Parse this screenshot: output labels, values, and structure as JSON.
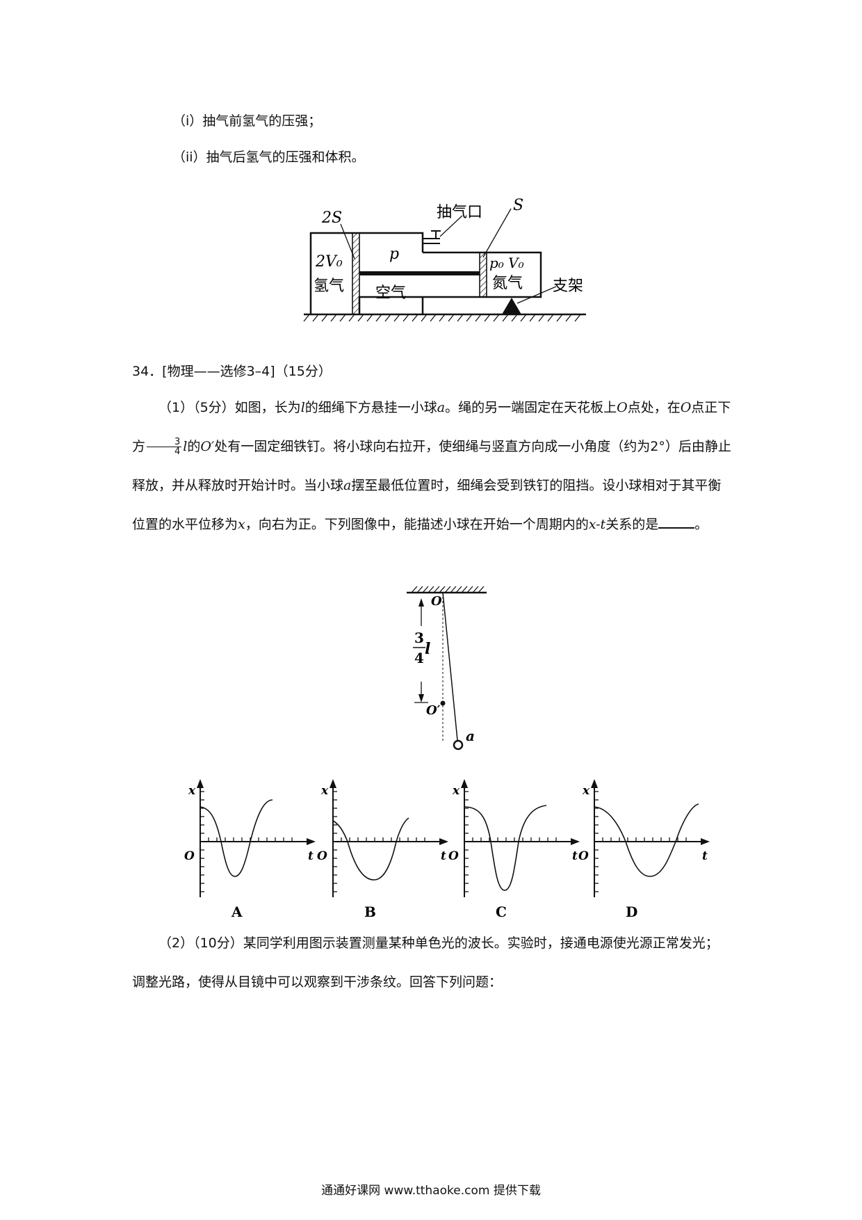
{
  "question33": {
    "sub_i": "（i）抽气前氢气的压强；",
    "sub_ii": "（ii）抽气后氢气的压强和体积。"
  },
  "cylinder_figure": {
    "label_2S": "2S",
    "label_pump_port": "抽气口",
    "label_S": "S",
    "label_2V0": "2V₀",
    "label_hydrogen": "氢气",
    "label_p": "p",
    "label_air": "空气",
    "label_p0V0": "p₀ V₀",
    "label_nitrogen": "氮气",
    "label_support": "支架"
  },
  "question34": {
    "header": "34．[物理——选修3–4]（15分）",
    "part1_a": "（1）（5分）如图，长为",
    "part1_l": "l",
    "part1_b": "的细绳下方悬挂一小球",
    "part1_a_sym": "a",
    "part1_c": "。绳的另一端固定在天花板上",
    "part1_O": "O",
    "part1_d": "点处，在",
    "part1_O2": "O",
    "part1_e": "点正下方",
    "frac_num": "3",
    "frac_den": "4",
    "part1_l2": "l",
    "part1_f": "的",
    "part1_Oprime": "O′",
    "part1_g": "处有一固定细铁钉。将小球向右拉开，使细绳与竖直方向成一小角度（约为2°）后由静止释放，并从释放时开始计时。当小球",
    "part1_a_sym2": "a",
    "part1_h": "摆至最低位置时，细绳会受到铁钉的阻挡。设小球相对于其平衡位置的水平位移为",
    "part1_x": "x",
    "part1_i": "，向右为正。下列图像中，能描述小球在开始一个周期内的",
    "part1_xt": "x-t",
    "part1_j": "关系的是",
    "part1_end": "。",
    "part2": "（2）（10分）某同学利用图示装置测量某种单色光的波长。实验时，接通电源使光源正常发光；调整光路，使得从目镜中可以观察到干涉条纹。回答下列问题："
  },
  "pendulum_figure": {
    "label_O": "O",
    "label_frac_num": "3",
    "label_frac_den": "4",
    "label_l": "l",
    "label_Oprime": "O′",
    "label_a": "a"
  },
  "graphs": [
    {
      "option": "A",
      "x_label": "x",
      "t_label": "t",
      "origin": "O"
    },
    {
      "option": "B",
      "x_label": "x",
      "t_label": "t",
      "origin": "O"
    },
    {
      "option": "C",
      "x_label": "x",
      "t_label": "t",
      "origin": "O"
    },
    {
      "option": "D",
      "x_label": "x",
      "t_label": "t",
      "origin": "O"
    }
  ],
  "footer": "通通好课网  www.tthaoke.com  提供下载"
}
